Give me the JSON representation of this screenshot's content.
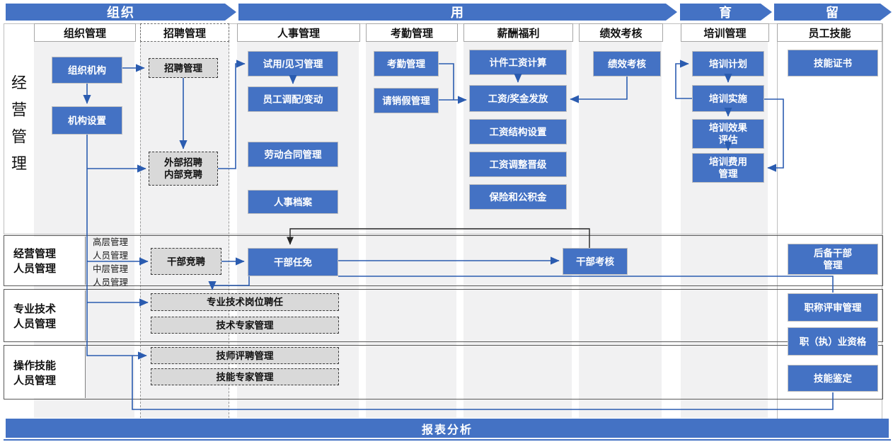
{
  "phases": [
    {
      "label": "组织"
    },
    {
      "label": "用"
    },
    {
      "label": "育"
    },
    {
      "label": "留"
    }
  ],
  "columns": [
    {
      "label": "组织管理"
    },
    {
      "label": "招聘管理"
    },
    {
      "label": "人事管理"
    },
    {
      "label": "考勤管理"
    },
    {
      "label": "薪酬福利"
    },
    {
      "label": "绩效考核"
    },
    {
      "label": "培训管理"
    },
    {
      "label": "员工技能"
    }
  ],
  "side_label": "经营管理",
  "rows": [
    {
      "label": "经营管理\n人员管理"
    },
    {
      "label": "专业技术\n人员管理"
    },
    {
      "label": "操作技能\n人员管理"
    }
  ],
  "mgmt_levels": "高层管理\n人员管理\n中层管理\n人员管理",
  "boxes": {
    "org_structure": {
      "label": "组织机构"
    },
    "org_setup": {
      "label": "机构设置"
    },
    "recruit_mgmt": {
      "label": "招聘管理"
    },
    "ext_int_recruit": {
      "label": "外部招聘\n内部竞聘"
    },
    "probation": {
      "label": "试用/见习管理"
    },
    "transfer": {
      "label": "员工调配/变动"
    },
    "labor_contract": {
      "label": "劳动合同管理"
    },
    "personnel_files": {
      "label": "人事档案"
    },
    "attendance": {
      "label": "考勤管理"
    },
    "leave": {
      "label": "请销假管理"
    },
    "piece_wage": {
      "label": "计件工资计算"
    },
    "salary_pay": {
      "label": "工资/奖金发放"
    },
    "salary_structure": {
      "label": "工资结构设置"
    },
    "salary_adjust": {
      "label": "工资调整晋级"
    },
    "insurance": {
      "label": "保险和公积金"
    },
    "perf_appraisal": {
      "label": "绩效考核"
    },
    "training_plan": {
      "label": "培训计划"
    },
    "training_impl": {
      "label": "培训实施"
    },
    "training_eval": {
      "label": "培训效果\n评估"
    },
    "training_cost": {
      "label": "培训费用\n管理"
    },
    "skill_cert": {
      "label": "技能证书"
    },
    "cadre_compete": {
      "label": "干部竞聘"
    },
    "cadre_appoint": {
      "label": "干部任免"
    },
    "cadre_appraisal": {
      "label": "干部考核"
    },
    "reserve_cadre": {
      "label": "后备干部\n管理"
    },
    "pro_post_hire": {
      "label": "专业技术岗位聘任"
    },
    "tech_expert": {
      "label": "技术专家管理"
    },
    "title_review": {
      "label": "职称评审管理"
    },
    "prof_qualification": {
      "label": "职（执）业资格"
    },
    "technician_hire": {
      "label": "技师评聘管理"
    },
    "skill_expert": {
      "label": "技能专家管理"
    },
    "skill_assess": {
      "label": "技能鉴定"
    }
  },
  "bottom_bar": {
    "label": "报表分析"
  },
  "colors": {
    "accent": "#4472C4",
    "connector_blue": "#2B5CB0",
    "connector_black": "#262626",
    "dash_fill": "#D9D9D9",
    "strip_fill": "#F1F1F2"
  }
}
